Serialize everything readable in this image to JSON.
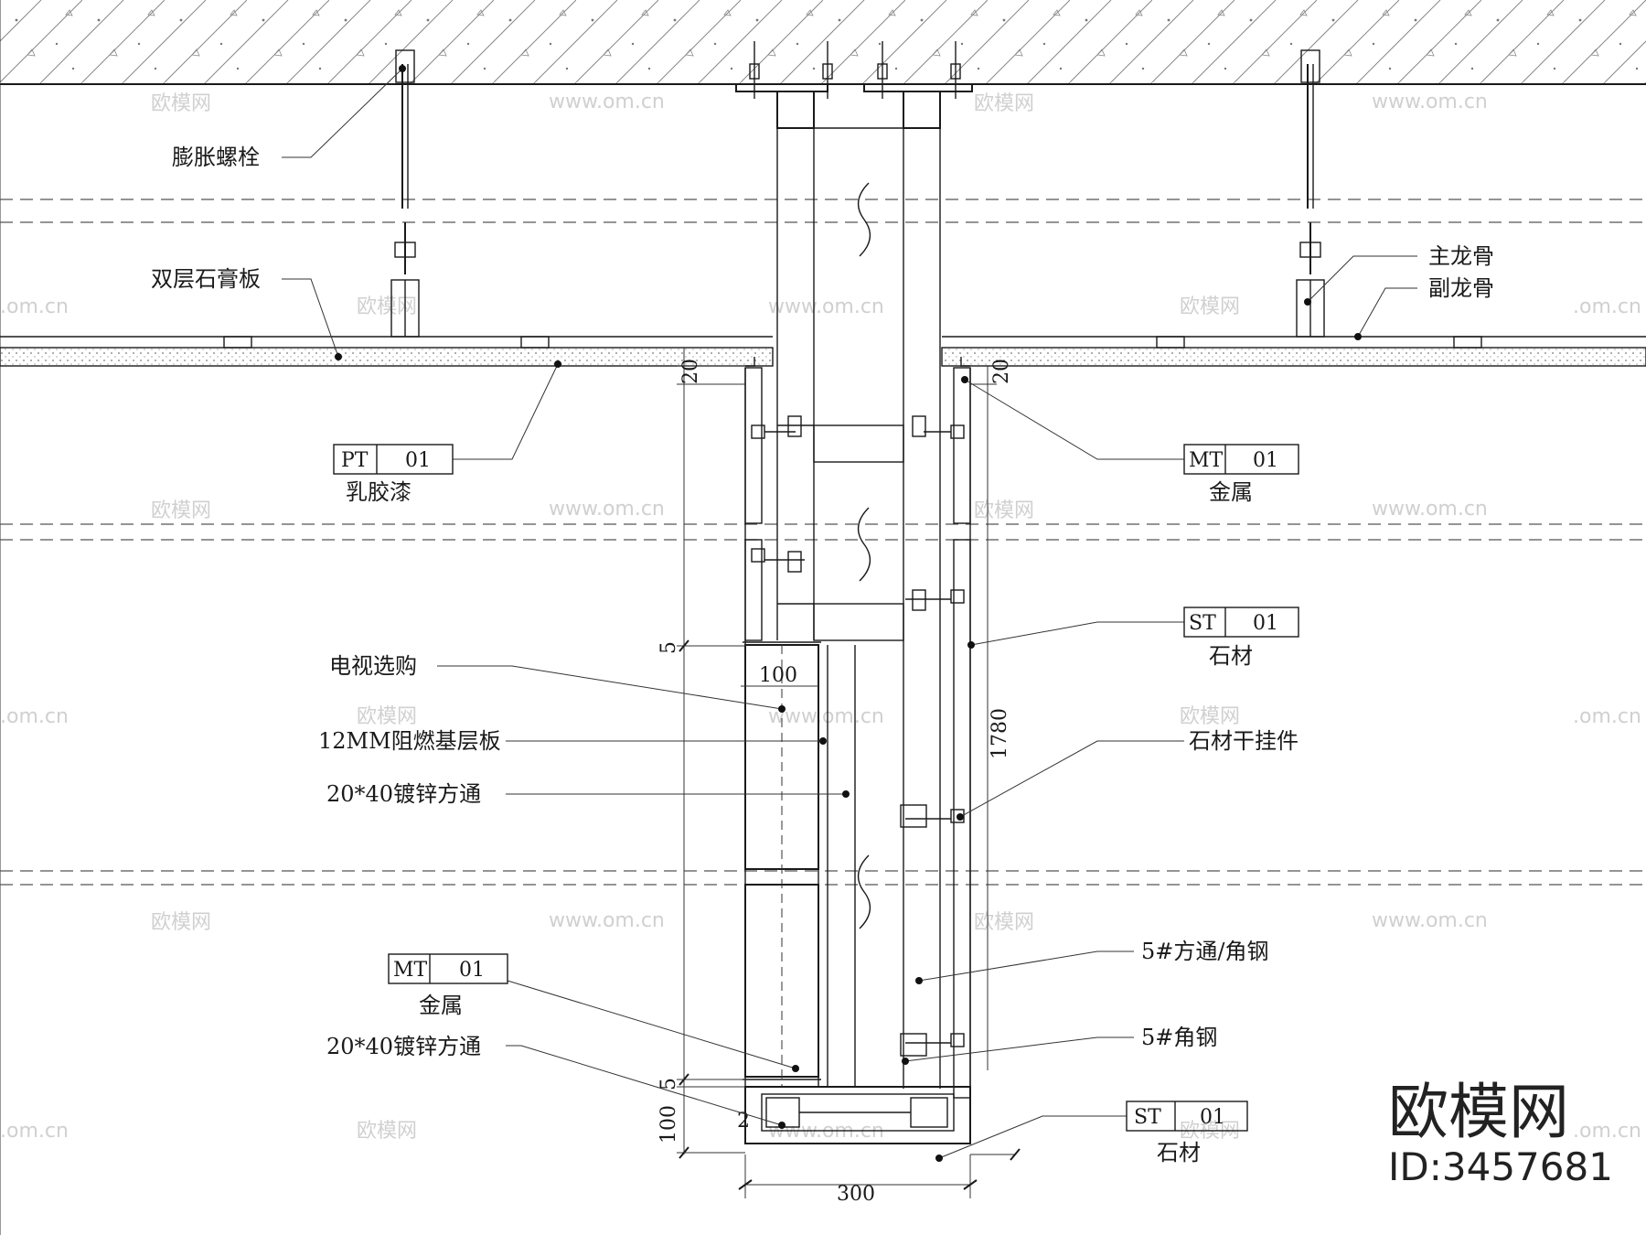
{
  "labels": {
    "expansion_bolt": "膨胀螺栓",
    "double_gypsum": "双层石膏板",
    "main_keel": "主龙骨",
    "sub_keel": "副龙骨",
    "latex_paint": "乳胶漆",
    "metal_1": "金属",
    "stone_1": "石材",
    "tv_optional": "电视选购",
    "base_board": "12MM阻燃基层板",
    "tube_1": "20*40镀锌方通",
    "stone_hanger": "石材干挂件",
    "tube_angle": "5#方通/角钢",
    "metal_2": "金属",
    "tube_2": "20*40镀锌方通",
    "angle_steel": "5#角钢",
    "stone_2": "石材"
  },
  "tags": [
    {
      "code": "PT",
      "num": "01"
    },
    {
      "code": "MT",
      "num": "01"
    },
    {
      "code": "ST",
      "num": "01"
    },
    {
      "code": "MT",
      "num": "01"
    },
    {
      "code": "ST",
      "num": "01"
    }
  ],
  "dims": {
    "d20_left": "20",
    "d20_right": "20",
    "d5_top": "5",
    "d100_tv": "100",
    "d1780": "1780",
    "d5_bottom": "5",
    "d100_left": "100",
    "d2": "2",
    "d300": "300"
  },
  "watermarks": {
    "cn": "欧模网",
    "url": "www.om.cn",
    "url_short": ".om.cn"
  },
  "brand": {
    "name": "欧模网",
    "id": "ID:3457681"
  }
}
